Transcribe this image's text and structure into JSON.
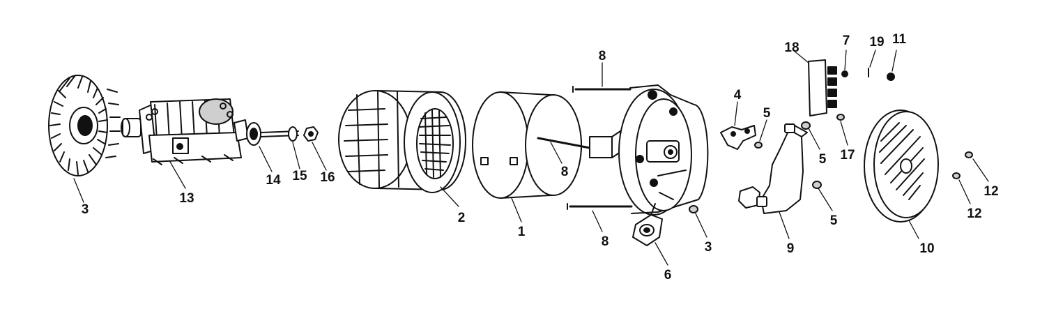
{
  "callouts": {
    "c_3_flywheel": "3",
    "c_13_rotor": "13",
    "c_14_shaft": "14",
    "c_15_washer": "15",
    "c_16_nut": "16",
    "c_2_stator": "2",
    "c_1_housing": "1",
    "c_8_bolt_mid": "8",
    "c_8_bolt_top": "8",
    "c_8_bolt_bottom": "8",
    "c_6_bracket": "6",
    "c_3_screw": "3",
    "c_4_clip": "4",
    "c_5_screw_a": "5",
    "c_5_screw_b": "5",
    "c_5_screw_c": "5",
    "c_9_cover": "9",
    "c_18_plate": "18",
    "c_7_screw": "7",
    "c_19_pin": "19",
    "c_11_nut": "11",
    "c_17_screw": "17",
    "c_10_endcap": "10",
    "c_12_screw_a": "12",
    "c_12_screw_b": "12"
  }
}
